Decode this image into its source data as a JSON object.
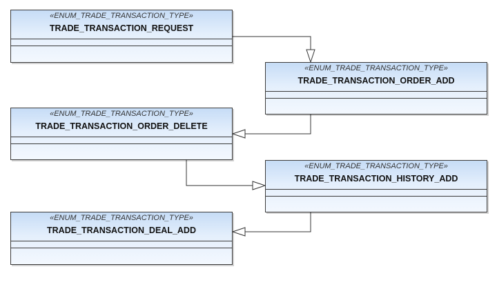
{
  "diagram": {
    "classes": [
      {
        "id": "request",
        "stereotype": "«ENUM_TRADE_TRANSACTION_TYPE»",
        "name": "TRADE_TRANSACTION_REQUEST"
      },
      {
        "id": "order_add",
        "stereotype": "«ENUM_TRADE_TRANSACTION_TYPE»",
        "name": "TRADE_TRANSACTION_ORDER_ADD"
      },
      {
        "id": "order_delete",
        "stereotype": "«ENUM_TRADE_TRANSACTION_TYPE»",
        "name": "TRADE_TRANSACTION_ORDER_DELETE"
      },
      {
        "id": "history_add",
        "stereotype": "«ENUM_TRADE_TRANSACTION_TYPE»",
        "name": "TRADE_TRANSACTION_HISTORY_ADD"
      },
      {
        "id": "deal_add",
        "stereotype": "«ENUM_TRADE_TRANSACTION_TYPE»",
        "name": "TRADE_TRANSACTION_DEAL_ADD"
      }
    ],
    "connections": [
      {
        "from": "request",
        "to": "order_add",
        "type": "generalization"
      },
      {
        "from": "order_add",
        "to": "order_delete",
        "type": "generalization"
      },
      {
        "from": "order_delete",
        "to": "history_add",
        "type": "generalization"
      },
      {
        "from": "history_add",
        "to": "deal_add",
        "type": "generalization"
      }
    ]
  }
}
